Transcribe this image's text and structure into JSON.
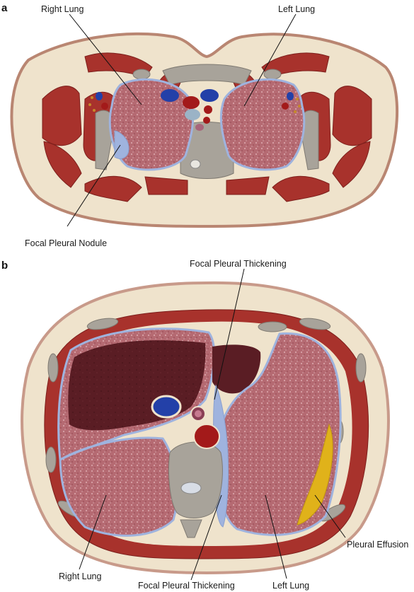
{
  "panel_a": {
    "letter": "a",
    "labels": {
      "right_lung": "Right Lung",
      "left_lung": "Left Lung",
      "focal_pleural_nodule": "Focal Pleural Nodule"
    }
  },
  "panel_b": {
    "letter": "b",
    "labels": {
      "focal_pleural_thickening_top": "Focal Pleural Thickening",
      "pleural_effusion": "Pleural Effusion",
      "right_lung": "Right Lung",
      "focal_pleural_thickening_bottom": "Focal Pleural Thickening",
      "left_lung": "Left Lung"
    }
  },
  "colors": {
    "skin": "#efe3cc",
    "skin_border": "#b98672",
    "muscle": "#a8322c",
    "lung": "#b86a70",
    "pleura": "#9fb3de",
    "bone": "#a8a39a",
    "liver": "#5c1e24",
    "vessel_blue": "#2340a8",
    "vessel_red": "#a31a1a",
    "effusion": "#e0b21a"
  }
}
